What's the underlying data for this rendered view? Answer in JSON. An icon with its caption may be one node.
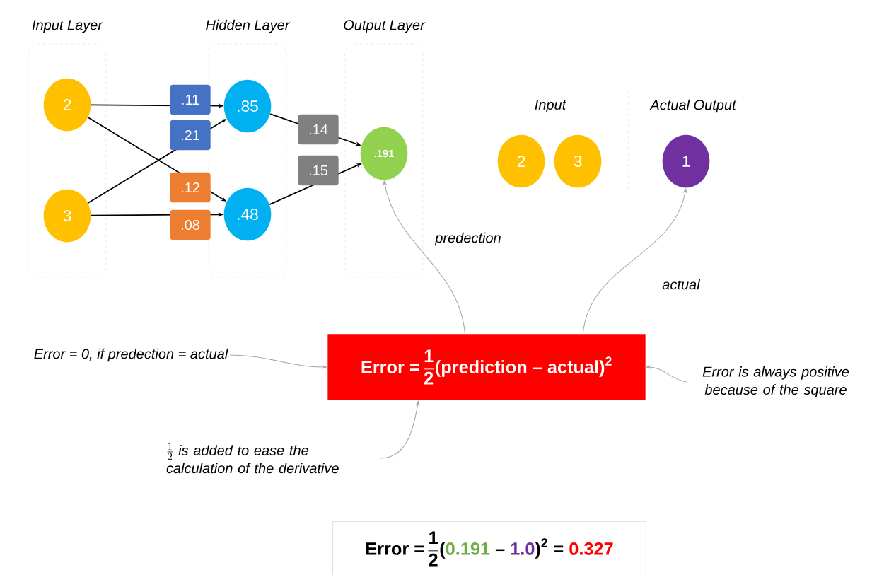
{
  "diagram": {
    "nodes": [
      {
        "text": [
          "Input Layer"
        ]
      },
      {
        "text": [
          "Hidden Layer"
        ]
      },
      {
        "text": [
          "Output Layer"
        ]
      },
      {
        "text": [
          "2"
        ],
        "in": 0
      },
      {
        "text": [
          "3"
        ],
        "in": 0
      },
      {
        "text": [
          ".85"
        ],
        "in": 1
      },
      {
        "text": [
          ".48"
        ],
        "in": 1
      },
      {
        "text": [
          ".191"
        ],
        "in": 2
      },
      {
        "text": [
          "2"
        ]
      },
      {
        "text": [
          "3"
        ]
      },
      {
        "text": [
          "1"
        ]
      },
      {
        "text": [
          "\\textbf{Error =}\\,\\frac{\\textbf{1}}{\\textbf{2}}\\textbf{(prediction -- actual)}^{\\textbf{2}}"
        ]
      },
      {
        "text": [
          "Error = 0, if predection = actual"
        ]
      },
      {
        "text": [
          "Error is always positive because of the square"
        ]
      },
      {
        "text": [
          "\\frac{1}{2}",
          "is added to ease the calculation of the derivative"
        ]
      },
      {
        "text": [
          "\\textbf{Error =}\\,\\frac{\\textbf{1}}{\\textbf{2}}\\textbf{(}\\textcolor[HTML]{70AD47}{\\textbf{0.191}}\\textbf{ -- }\\textcolor[HTML]{7030A0}{\\textbf{1.0}}\\textbf{)}^{\\textbf{2}}\\textbf{ = }\\textcolor[HTML]{FF0000}{\\textbf{0.327}}"
        ]
      }
    ],
    "edges": [
      {
        "from": 3,
        "to": 5,
        "arrow": "to",
        "label": ".11"
      },
      {
        "from": 4,
        "to": 5,
        "arrow": "to",
        "label": ".21"
      },
      {
        "from": 3,
        "to": 6,
        "arrow": "to",
        "label": ".12"
      },
      {
        "from": 4,
        "to": 6,
        "arrow": "to",
        "label": ".08"
      },
      {
        "from": 5,
        "to": 7,
        "arrow": "to",
        "label": ".14"
      },
      {
        "from": 6,
        "to": 7,
        "arrow": "to",
        "label": ".15"
      },
      {
        "from": 11,
        "to": 7,
        "arrow": "to",
        "label": "predection",
        "color": "#a6a6a6"
      },
      {
        "from": 11,
        "to": 10,
        "arrow": "to",
        "label": "actual",
        "color": "#a6a6a6"
      },
      {
        "from": 12,
        "to": 11,
        "arrow": "to",
        "color": "#a6a6a6"
      },
      {
        "from": 13,
        "to": 11,
        "arrow": "to",
        "color": "#a6a6a6"
      },
      {
        "from": 14,
        "to": 11,
        "arrow": "to",
        "color": "#a6a6a6"
      }
    ],
    "labels": [
      "Input",
      "Actual Output"
    ]
  }
}
